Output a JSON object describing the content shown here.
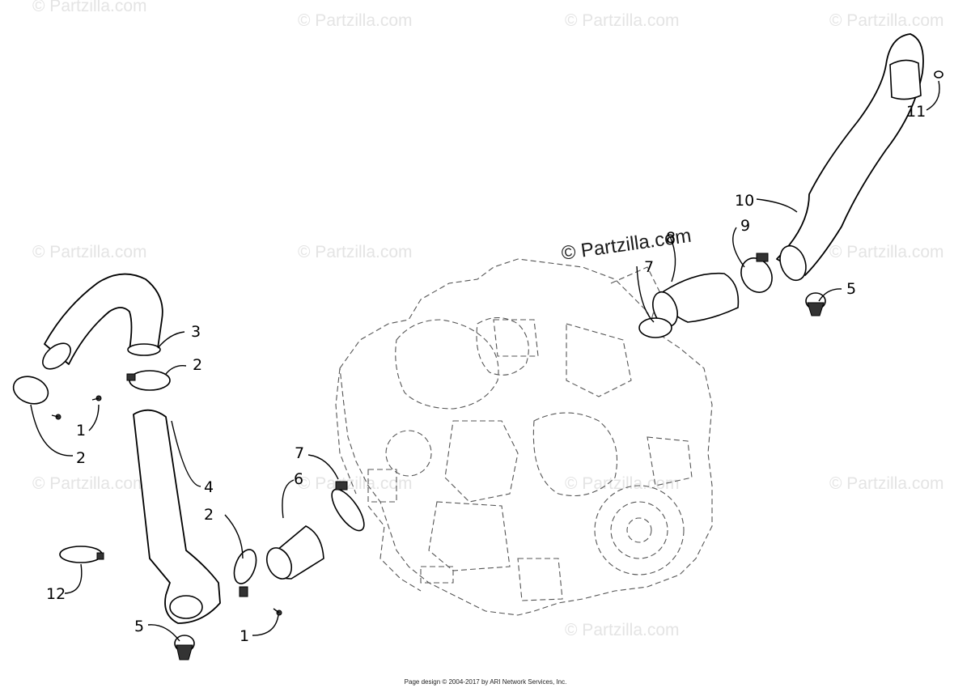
{
  "watermark": "© Partzilla.com",
  "watermark_center": "© Partzilla.com",
  "footer": "Page design © 2004-2017 by ARI Network Services, Inc.",
  "callouts": {
    "c1a": "1",
    "c1b": "1",
    "c2a": "2",
    "c2b": "2",
    "c2c": "2",
    "c3": "3",
    "c4": "4",
    "c5a": "5",
    "c5b": "5",
    "c6": "6",
    "c7a": "7",
    "c7b": "7",
    "c8": "8",
    "c9": "9",
    "c10": "10",
    "c11": "11",
    "c12": "12"
  }
}
